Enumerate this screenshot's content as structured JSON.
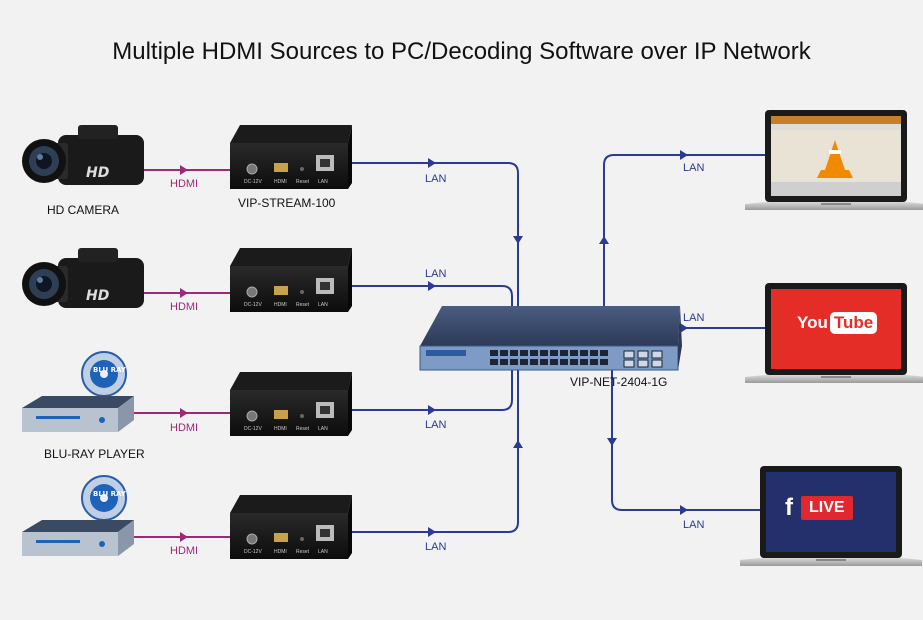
{
  "title": "Multiple HDMI Sources to PC/Decoding Software over IP Network",
  "sources": [
    {
      "label": "HD CAMERA",
      "badge": "HD"
    },
    {
      "label": "",
      "badge": "HD"
    },
    {
      "label": "BLU-RAY PLAYER",
      "badge": "BLU RAY"
    },
    {
      "label": "",
      "badge": "BLU RAY"
    }
  ],
  "link_labels": {
    "hdmi": "HDMI",
    "lan": "LAN"
  },
  "encoder": {
    "name": "VIP-STREAM-100",
    "ports": [
      "DC-12V",
      "HDMI",
      "Reset",
      "LAN"
    ]
  },
  "switch": {
    "name": "VIP-NET-2404-1G"
  },
  "destinations": [
    {
      "name": "VLC",
      "screen_text": ""
    },
    {
      "name": "YouTube",
      "screen_text": "YouTube",
      "logo_left": "You",
      "logo_right": "Tube"
    },
    {
      "name": "Facebook Live",
      "screen_text": "LIVE",
      "logo_left": "f",
      "logo_right": "LIVE"
    }
  ],
  "colors": {
    "lan_line": "#2b3b8f",
    "hdmi_line": "#9b2a7a",
    "switch_body": "#3b5a8c",
    "youtube_red": "#e52d27",
    "facebook_blue": "#3b5998",
    "live_red": "#e0282e"
  }
}
